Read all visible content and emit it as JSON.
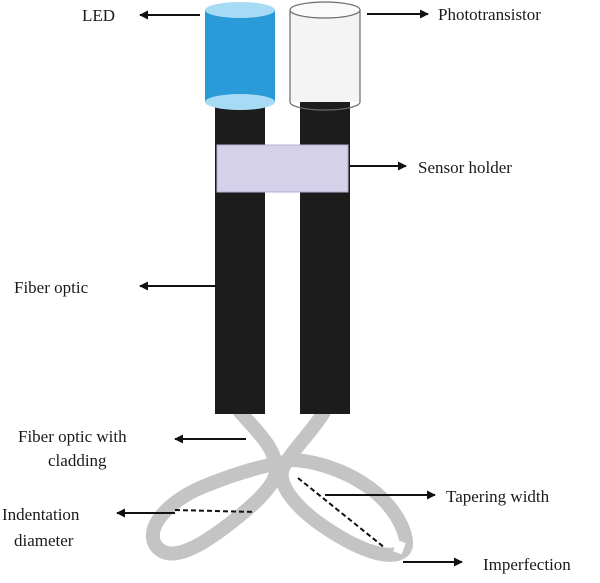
{
  "labels": {
    "led": "LED",
    "phototransistor": "Phototransistor",
    "sensor_holder": "Sensor holder",
    "fiber_optic": "Fiber optic",
    "fiber_cladding_line1": "Fiber optic with",
    "fiber_cladding_line2": "cladding",
    "tapering_width": "Tapering width",
    "indentation_line1": "Indentation",
    "indentation_line2": "diameter",
    "imperfection": "Imperfection"
  },
  "colors": {
    "led_blue": "#2a9ad8",
    "led_cap": "#a7daf4",
    "fiber_black": "#1c1c1c",
    "holder_lavender": "#d6d1ea",
    "cladding_gray": "#c4c4c4",
    "arrow": "#111111"
  }
}
